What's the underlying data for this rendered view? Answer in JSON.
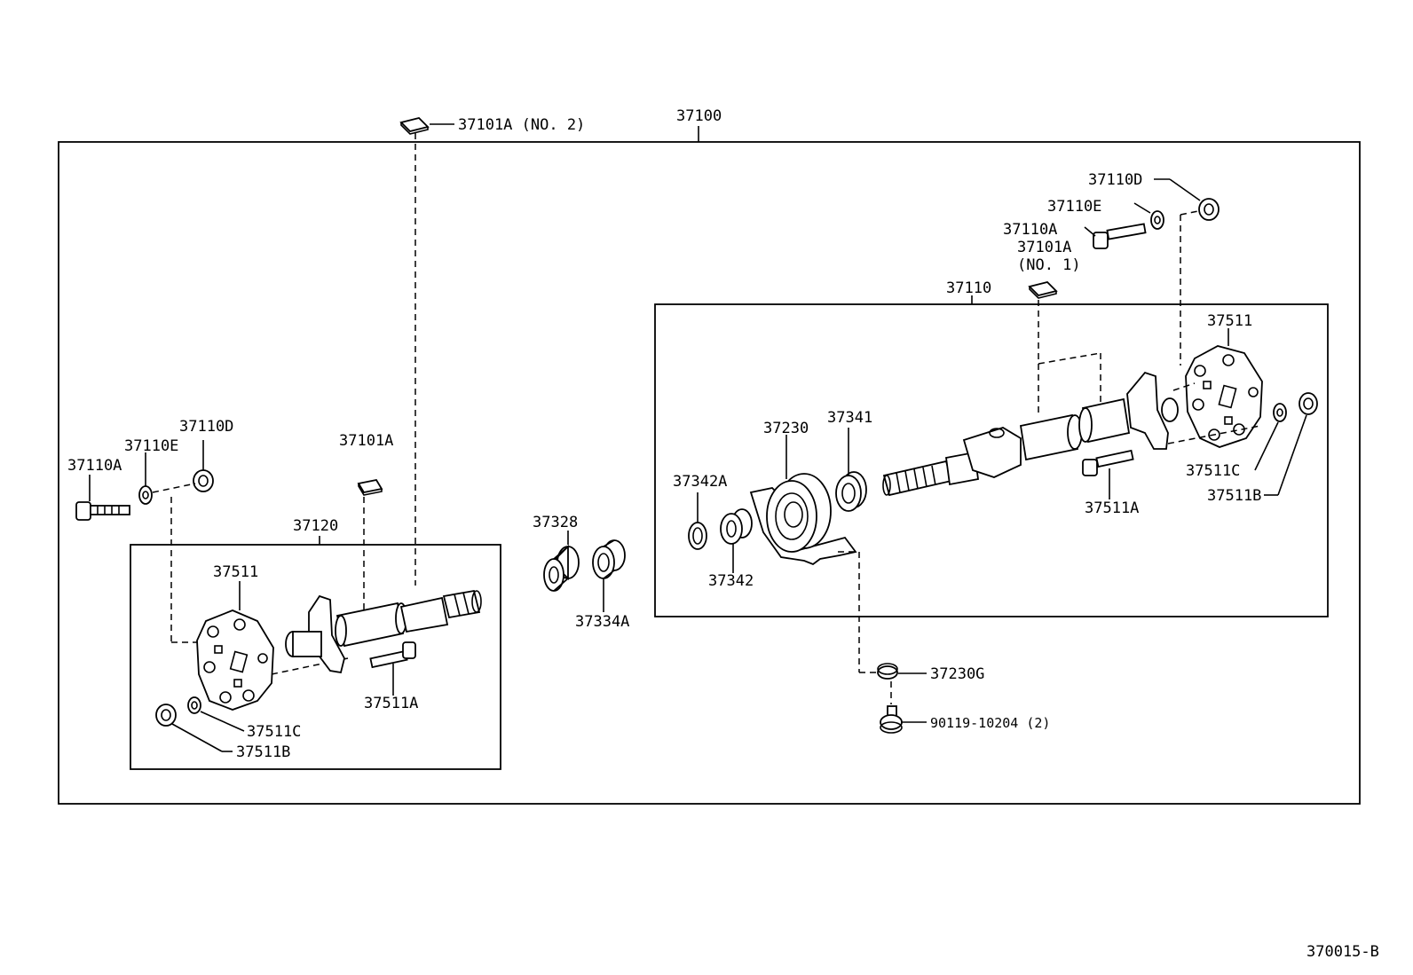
{
  "diagram_id": "370015-B",
  "labels": {
    "assembly": "37100",
    "shaft_front": "37120",
    "shaft_rear": "37110",
    "washer_no2": "37101A (NO. 2)",
    "washer_front": "37101A",
    "washer_no1_a": "37101A",
    "washer_no1_b": "(NO. 1)",
    "bolt_l": "37110A",
    "washer_l": "37110E",
    "nut_l": "37110D",
    "bolt_r": "37110A",
    "washer_r": "37110E",
    "nut_r": "37110D",
    "joint_front": "37511",
    "joint_bolt_front": "37511A",
    "joint_washer_front": "37511C",
    "joint_nut_front": "37511B",
    "joint_rear": "37511",
    "joint_bolt_rear": "37511A",
    "joint_washer_rear": "37511C",
    "joint_nut_rear": "37511B",
    "slide_yoke": "37328",
    "seal": "37334A",
    "center_bearing": "37230",
    "bearing": "37341",
    "dust_cover_a": "37342A",
    "dust_cover": "37342",
    "bracket_nut": "37230G",
    "bolt": "90119-10204 (2)"
  }
}
